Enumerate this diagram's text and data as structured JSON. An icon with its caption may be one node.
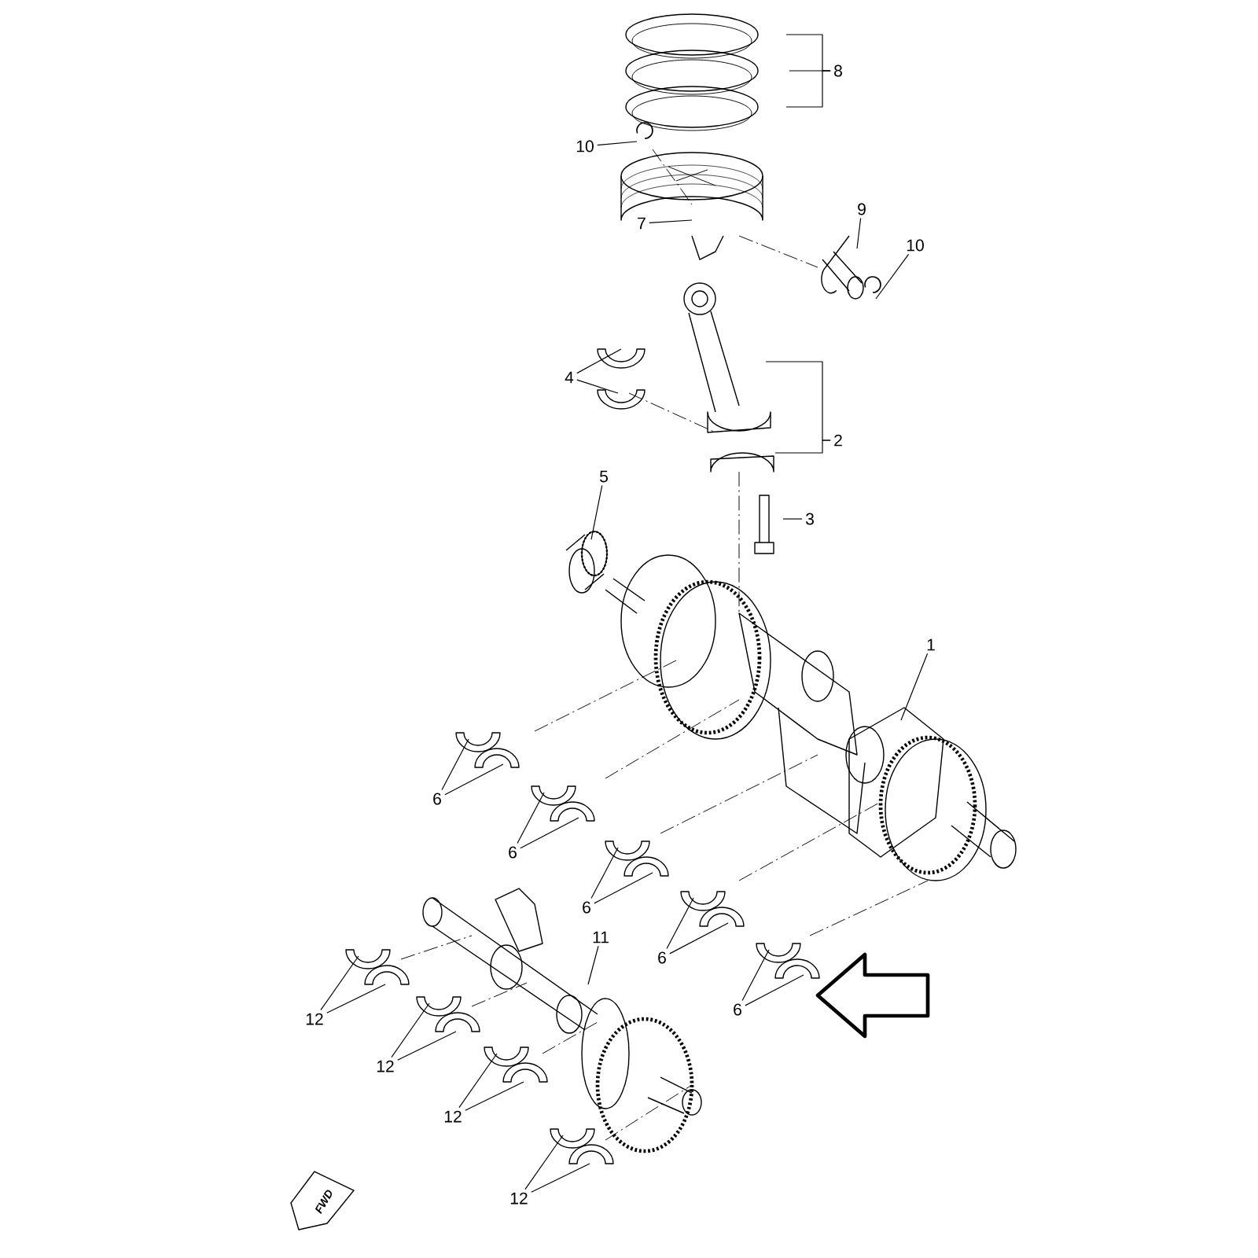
{
  "diagram": {
    "nodes": [
      {
        "text": [
          "8"
        ]
      },
      {
        "text": [
          "10"
        ]
      },
      {
        "text": [
          "7"
        ]
      },
      {
        "text": [
          "9"
        ]
      },
      {
        "text": [
          "10"
        ]
      },
      {
        "text": [
          "4"
        ]
      },
      {
        "text": [
          "2"
        ]
      },
      {
        "text": [
          "3"
        ]
      },
      {
        "text": [
          "5"
        ]
      },
      {
        "text": [
          "1"
        ]
      },
      {
        "text": [
          "6"
        ]
      },
      {
        "text": [
          "6"
        ]
      },
      {
        "text": [
          "6"
        ]
      },
      {
        "text": [
          "6"
        ]
      },
      {
        "text": [
          "6"
        ]
      },
      {
        "text": [
          "11"
        ]
      },
      {
        "text": [
          "12"
        ]
      },
      {
        "text": [
          "12"
        ]
      },
      {
        "text": [
          "12"
        ]
      },
      {
        "text": [
          "12"
        ]
      }
    ],
    "edges": [
      {
        "from": 0,
        "to": null,
        "arrow": "none"
      },
      {
        "from": 0,
        "to": null,
        "arrow": "none"
      },
      {
        "from": 0,
        "to": null,
        "arrow": "none"
      },
      {
        "from": 1,
        "to": null,
        "arrow": "none"
      },
      {
        "from": 2,
        "to": null,
        "arrow": "none"
      },
      {
        "from": 3,
        "to": null,
        "arrow": "none"
      },
      {
        "from": 4,
        "to": null,
        "arrow": "none"
      },
      {
        "from": 5,
        "to": null,
        "arrow": "none"
      },
      {
        "from": 5,
        "to": null,
        "arrow": "none"
      },
      {
        "from": 6,
        "to": null,
        "arrow": "none"
      },
      {
        "from": 6,
        "to": null,
        "arrow": "none"
      },
      {
        "from": 7,
        "to": null,
        "arrow": "none"
      },
      {
        "from": 8,
        "to": null,
        "arrow": "none"
      },
      {
        "from": 9,
        "to": null,
        "arrow": "none"
      },
      {
        "from": 10,
        "to": null,
        "arrow": "none"
      },
      {
        "from": 10,
        "to": null,
        "arrow": "none"
      },
      {
        "from": 11,
        "to": null,
        "arrow": "none"
      },
      {
        "from": 11,
        "to": null,
        "arrow": "none"
      },
      {
        "from": 12,
        "to": null,
        "arrow": "none"
      },
      {
        "from": 12,
        "to": null,
        "arrow": "none"
      },
      {
        "from": 13,
        "to": null,
        "arrow": "none"
      },
      {
        "from": 13,
        "to": null,
        "arrow": "none"
      },
      {
        "from": 14,
        "to": null,
        "arrow": "none"
      },
      {
        "from": 14,
        "to": null,
        "arrow": "none"
      },
      {
        "from": 15,
        "to": null,
        "arrow": "none"
      },
      {
        "from": 16,
        "to": null,
        "arrow": "none"
      },
      {
        "from": 16,
        "to": null,
        "arrow": "none"
      },
      {
        "from": 17,
        "to": null,
        "arrow": "none"
      },
      {
        "from": 17,
        "to": null,
        "arrow": "none"
      },
      {
        "from": 18,
        "to": null,
        "arrow": "none"
      },
      {
        "from": 18,
        "to": null,
        "arrow": "none"
      },
      {
        "from": 19,
        "to": null,
        "arrow": "none"
      },
      {
        "from": 19,
        "to": null,
        "arrow": "none"
      }
    ],
    "labels": [
      "FWD"
    ]
  }
}
